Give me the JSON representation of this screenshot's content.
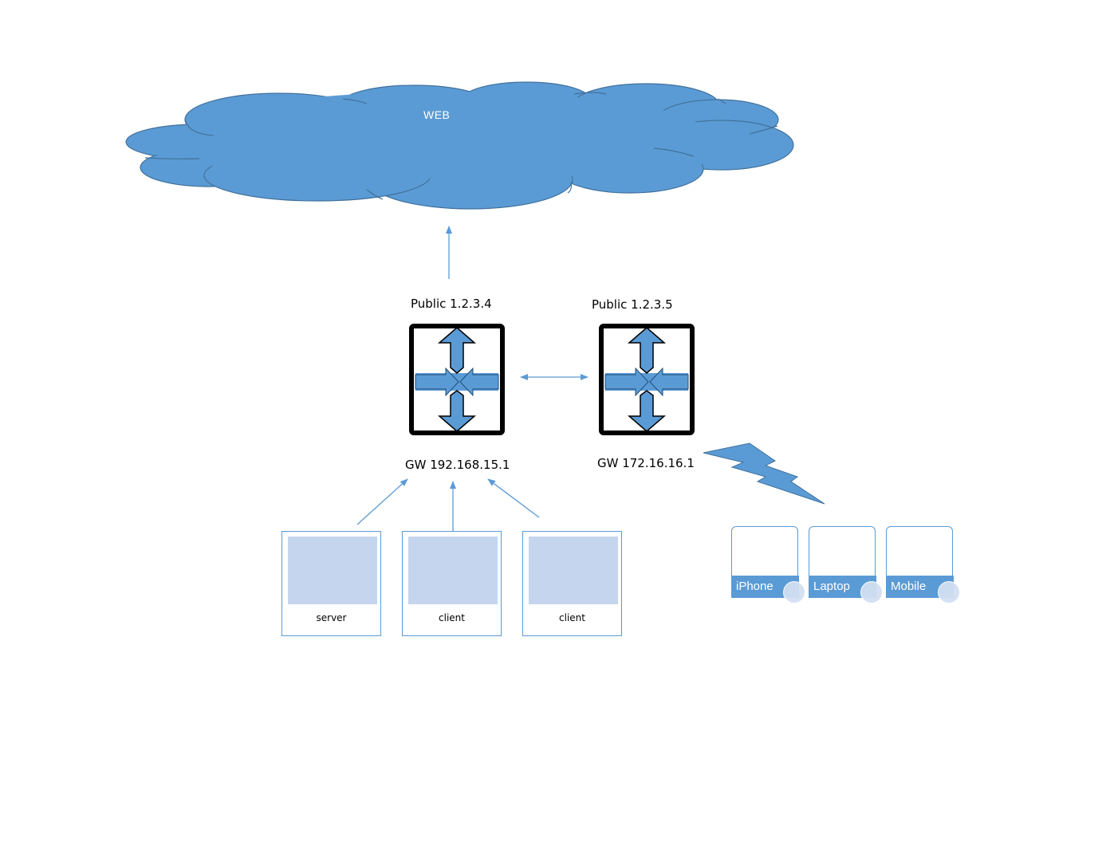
{
  "cloud": {
    "label": "WEB",
    "fill": "#5b9bd5",
    "stroke": "#41719c"
  },
  "routers": [
    {
      "public_label": "Public 1.2.3.4",
      "gateway_label": "GW 192.168.15.1"
    },
    {
      "public_label": "Public 1.2.3.5",
      "gateway_label": "GW 172.16.16.1"
    }
  ],
  "hosts": [
    {
      "label": "server"
    },
    {
      "label": "client"
    },
    {
      "label": "client"
    }
  ],
  "devices": [
    {
      "label": "iPhone"
    },
    {
      "label": "Laptop"
    },
    {
      "label": "Mobile"
    }
  ],
  "colors": {
    "accent": "#5b9bd5",
    "screen": "#c5d5ed",
    "router_frame": "#000000"
  },
  "icons": {
    "router": "router-icon",
    "wireless": "lightning-bolt-icon"
  }
}
